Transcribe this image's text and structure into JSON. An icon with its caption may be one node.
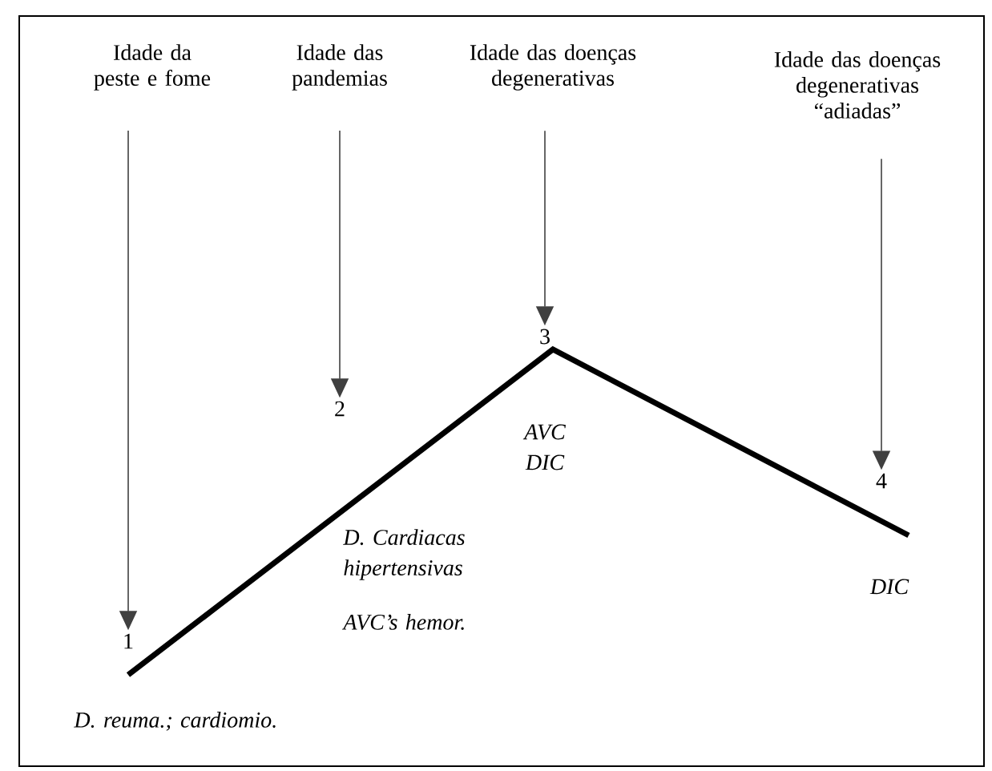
{
  "diagram": {
    "nodes": [
      {
        "text": [
          "Idade da peste e fome"
        ]
      },
      {
        "text": [
          "Idade das pandemias"
        ]
      },
      {
        "text": [
          "Idade das doenças degenerativas"
        ]
      },
      {
        "text": [
          "Idade das doenças degenerativas “adiadas”"
        ]
      },
      {
        "text": [
          "1"
        ]
      },
      {
        "text": [
          "2"
        ]
      },
      {
        "text": [
          "3"
        ]
      },
      {
        "text": [
          "4"
        ]
      }
    ],
    "edges": [
      {
        "from": 0,
        "to": 4,
        "arrow": "to"
      },
      {
        "from": 1,
        "to": 5,
        "arrow": "to"
      },
      {
        "from": 2,
        "to": 6,
        "arrow": "to"
      },
      {
        "from": 3,
        "to": 7,
        "arrow": "to"
      }
    ],
    "labels": [
      "AVC DIC",
      "D. Cardiacas hipertensivas",
      "AVC’s hemor.",
      "DIC",
      "D. reuma.; cardiomio."
    ]
  }
}
